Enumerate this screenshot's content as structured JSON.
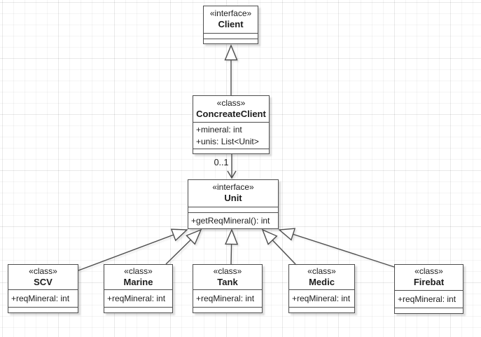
{
  "canvas": {
    "background": "#ffffff",
    "grid_color": "#ececec",
    "stroke_color": "#4d4d4d",
    "text_color": "#1c1c1c"
  },
  "nodes": {
    "client": {
      "stereotype": "«interface»",
      "name": "Client",
      "attributes": [],
      "operations": []
    },
    "concreateClient": {
      "stereotype": "«class»",
      "name": "ConcreateClient",
      "attributes": [
        "+mineral: int",
        "+unis: List<Unit>"
      ],
      "operations": []
    },
    "unit": {
      "stereotype": "«interface»",
      "name": "Unit",
      "attributes": [],
      "operations": [
        "+getReqMineral(): int"
      ]
    },
    "scv": {
      "stereotype": "«class»",
      "name": "SCV",
      "attributes": [
        "+reqMineral: int"
      ]
    },
    "marine": {
      "stereotype": "«class»",
      "name": "Marine",
      "attributes": [
        "+reqMineral: int"
      ]
    },
    "tank": {
      "stereotype": "«class»",
      "name": "Tank",
      "attributes": [
        "+reqMineral: int"
      ]
    },
    "medic": {
      "stereotype": "«class»",
      "name": "Medic",
      "attributes": [
        "+reqMineral: int"
      ]
    },
    "firebat": {
      "stereotype": "«class»",
      "name": "Firebat",
      "attributes": [
        "+reqMineral: int"
      ]
    }
  },
  "edges": [
    {
      "from": "ConcreateClient",
      "to": "Client",
      "type": "generalization"
    },
    {
      "from": "ConcreateClient",
      "to": "Unit",
      "type": "directed-association",
      "multiplicity": "0..1"
    },
    {
      "from": "SCV",
      "to": "Unit",
      "type": "generalization"
    },
    {
      "from": "Marine",
      "to": "Unit",
      "type": "generalization"
    },
    {
      "from": "Tank",
      "to": "Unit",
      "type": "generalization"
    },
    {
      "from": "Medic",
      "to": "Unit",
      "type": "generalization"
    },
    {
      "from": "Firebat",
      "to": "Unit",
      "type": "generalization"
    }
  ]
}
